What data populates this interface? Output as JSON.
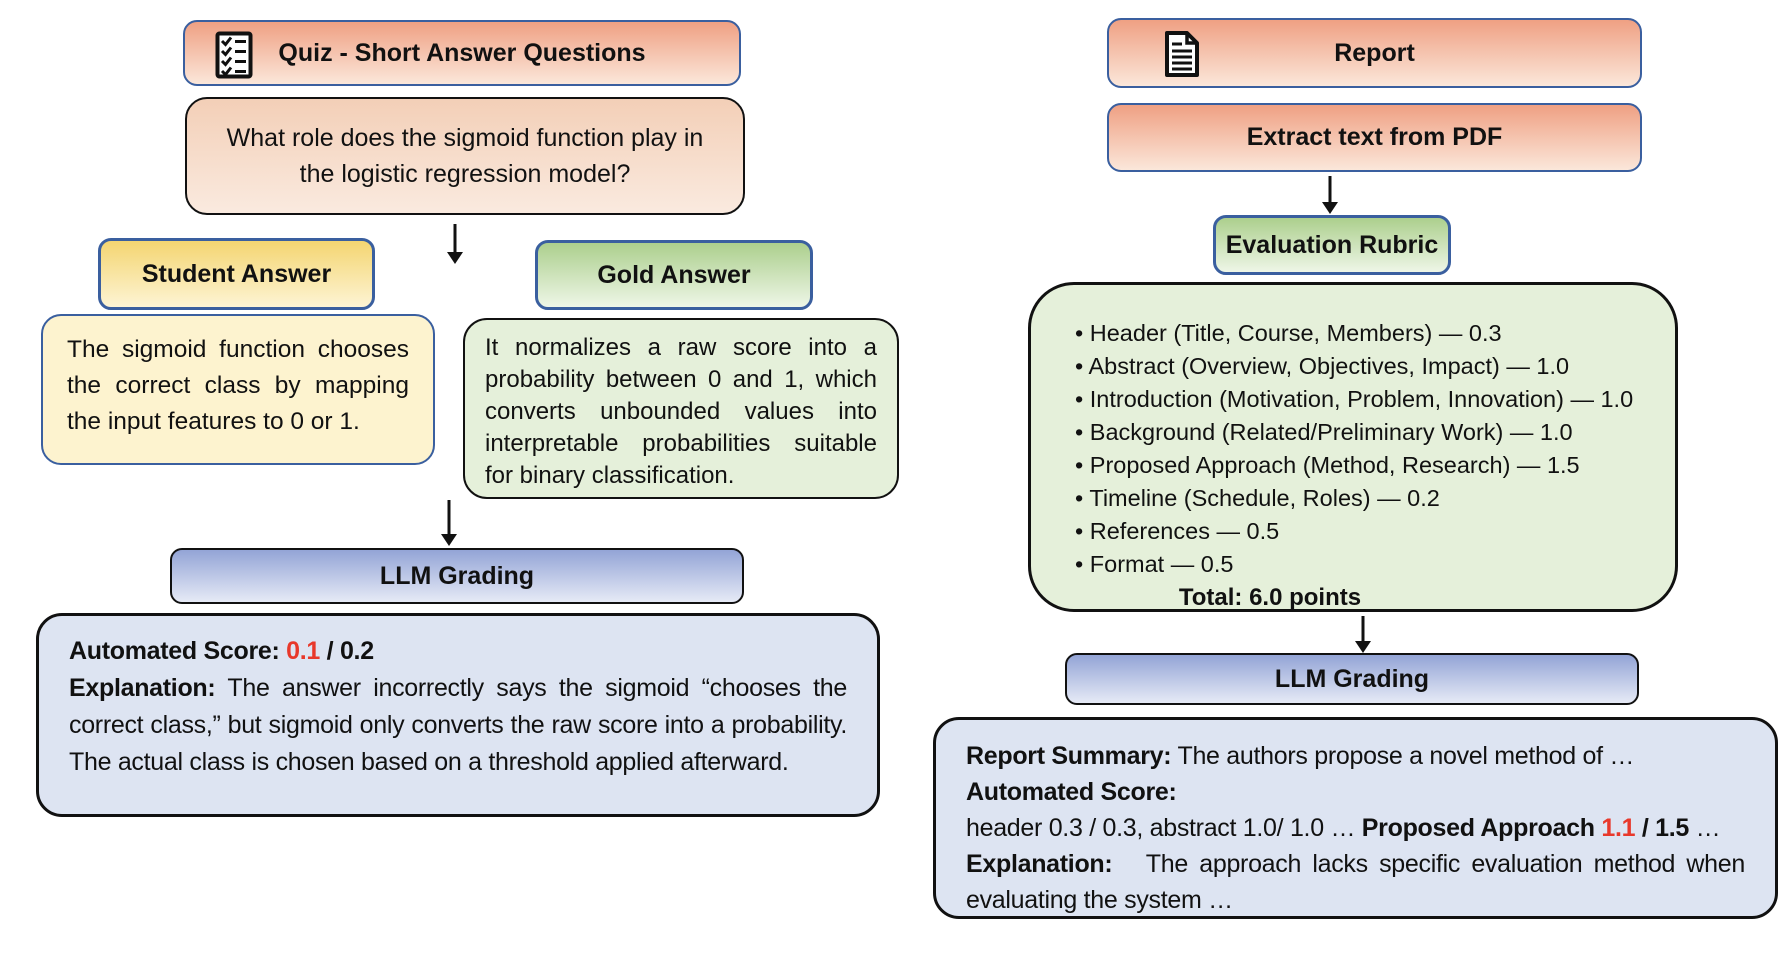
{
  "colors": {
    "accent_red": "#e8382b",
    "border_blue": "#3a5f9f",
    "orange_top": "#efa083",
    "orange_bottom": "#fbe7da",
    "peach_top": "#f3cfb7",
    "peach_bottom": "#faeadf",
    "yellow_top": "#f4d571",
    "yellow_bottom": "#fdf4d4",
    "yellow_fill": "#fdf3cf",
    "green_top": "#accf8d",
    "green_bottom": "#eef6e7",
    "green_fill": "#e5f0da",
    "blue_top": "#93a4d6",
    "blue_bottom": "#e6eaf6",
    "blue_fill": "#dde4f2"
  },
  "left": {
    "header_title": "Quiz - Short Answer Questions",
    "question": "What role does the sigmoid function play in the logistic regression model?",
    "student_label": "Student Answer",
    "gold_label": "Gold Answer",
    "student_answer": "The sigmoid function chooses the correct class by mapping the input features to 0 or 1.",
    "gold_answer": "It normalizes a raw score into a probability between 0 and 1, which converts unbounded values into interpretable probabilities suitable for binary classification.",
    "llm_label": "LLM Grading",
    "result": {
      "score_label": "Automated Score: ",
      "score_value": "0.1",
      "score_suffix": " / 0.2",
      "explanation_label": "Explanation:",
      "explanation_text": " The answer incorrectly says the sigmoid “chooses the correct class,” but sigmoid only converts the raw score into a probability. The actual class is chosen based on a threshold applied afterward."
    }
  },
  "right": {
    "header_title": "Report",
    "extract_label": "Extract text from PDF",
    "rubric_label": "Evaluation Rubric",
    "rubric": {
      "items": [
        "Header (Title, Course, Members) — 0.3",
        "Abstract (Overview, Objectives, Impact) — 1.0",
        "Introduction (Motivation, Problem, Innovation) — 1.0",
        "Background (Related/Preliminary Work) — 1.0",
        "Proposed Approach (Method, Research) — 1.5",
        "Timeline (Schedule, Roles) — 0.2",
        "References — 0.5",
        "Format — 0.5"
      ],
      "total": "Total: 6.0 points"
    },
    "llm_label": "LLM Grading",
    "result": {
      "summary_label": "Report Summary:",
      "summary_text": " The authors propose a novel method of …",
      "score_label": "Automated Score:",
      "score_prefix": "header 0.3 / 0.3, abstract 1.0/ 1.0 … ",
      "score_bold": "Proposed Approach ",
      "score_value": "1.1",
      "score_bold2": " / 1.5",
      "score_suffix": " …",
      "explanation_label": "Explanation:",
      "explanation_text": " The approach lacks specific evaluation method when evaluating the system …"
    }
  }
}
